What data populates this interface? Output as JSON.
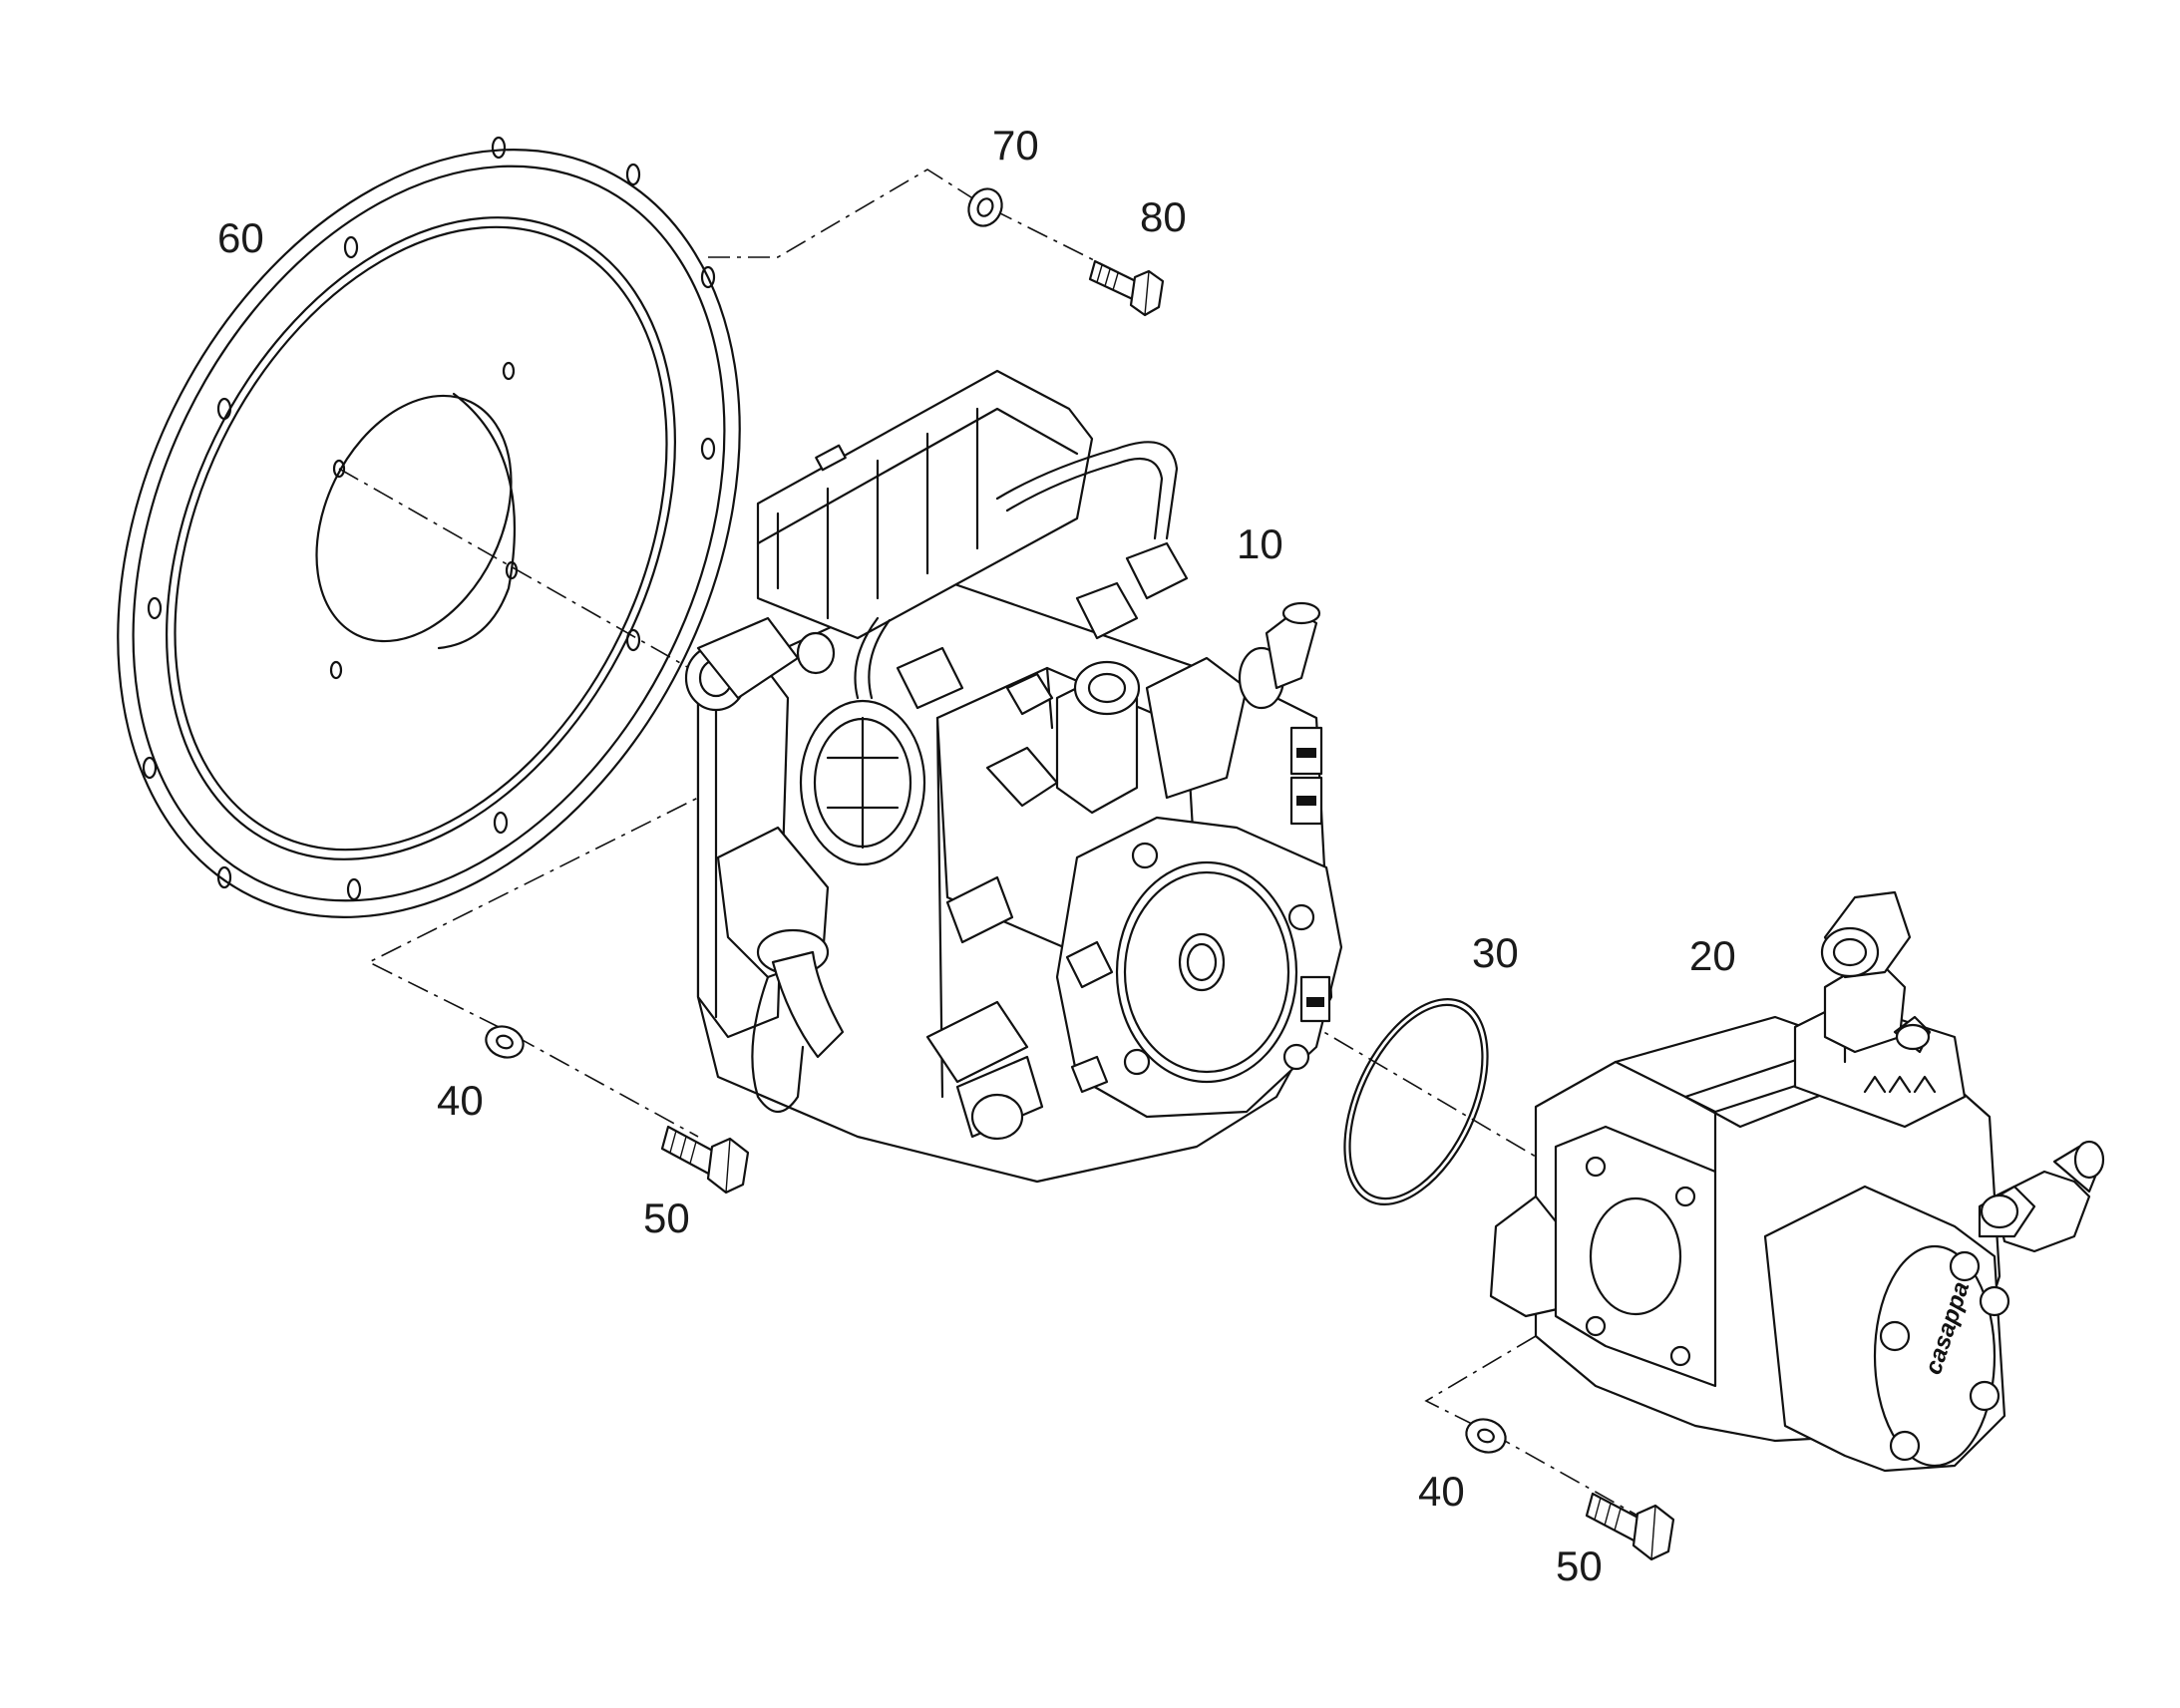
{
  "diagram": {
    "type": "exploded parts drawing",
    "callouts": {
      "c10": "10",
      "c20": "20",
      "c30": "30",
      "c40a": "40",
      "c40b": "40",
      "c50a": "50",
      "c50b": "50",
      "c60": "60",
      "c70": "70",
      "c80": "80"
    },
    "pump_brand_mark": "casappa"
  }
}
